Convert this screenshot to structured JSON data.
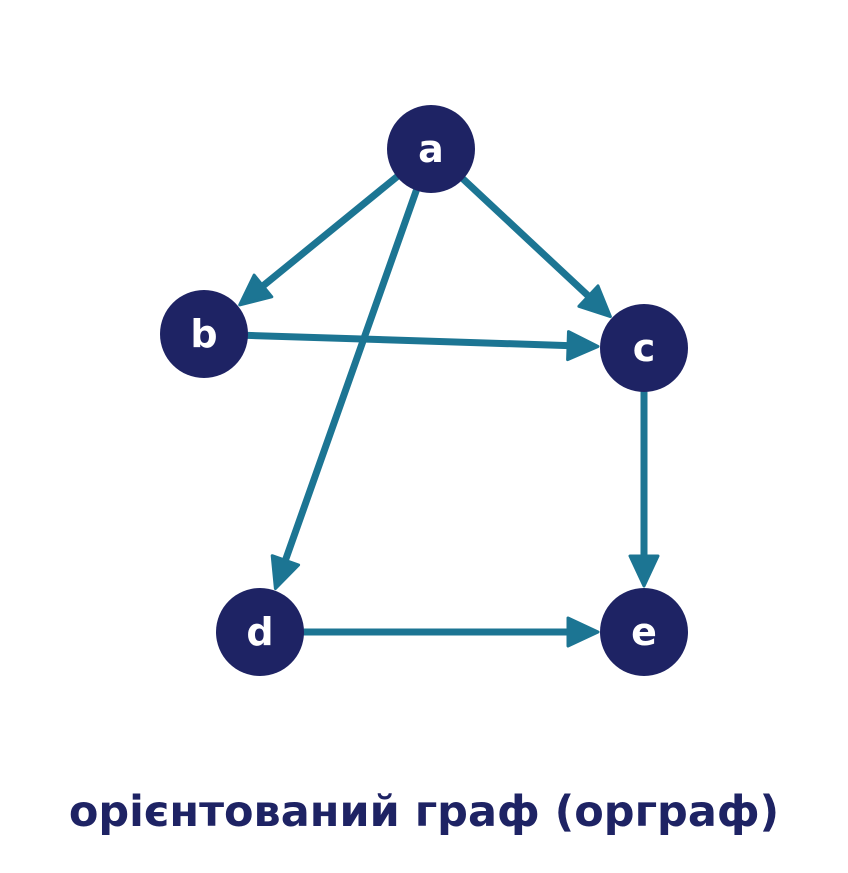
{
  "colors": {
    "node_fill": "#1e2364",
    "node_text": "#ffffff",
    "edge": "#1c7593",
    "caption": "#1e2364",
    "background": "#ffffff"
  },
  "graph": {
    "nodes": [
      {
        "id": "a",
        "label": "a"
      },
      {
        "id": "b",
        "label": "b"
      },
      {
        "id": "c",
        "label": "c"
      },
      {
        "id": "d",
        "label": "d"
      },
      {
        "id": "e",
        "label": "e"
      }
    ],
    "edges": [
      {
        "from": "a",
        "to": "b"
      },
      {
        "from": "a",
        "to": "c"
      },
      {
        "from": "a",
        "to": "d"
      },
      {
        "from": "b",
        "to": "c"
      },
      {
        "from": "c",
        "to": "e"
      },
      {
        "from": "d",
        "to": "e"
      }
    ]
  },
  "caption": "орієнтований граф (орграф)"
}
